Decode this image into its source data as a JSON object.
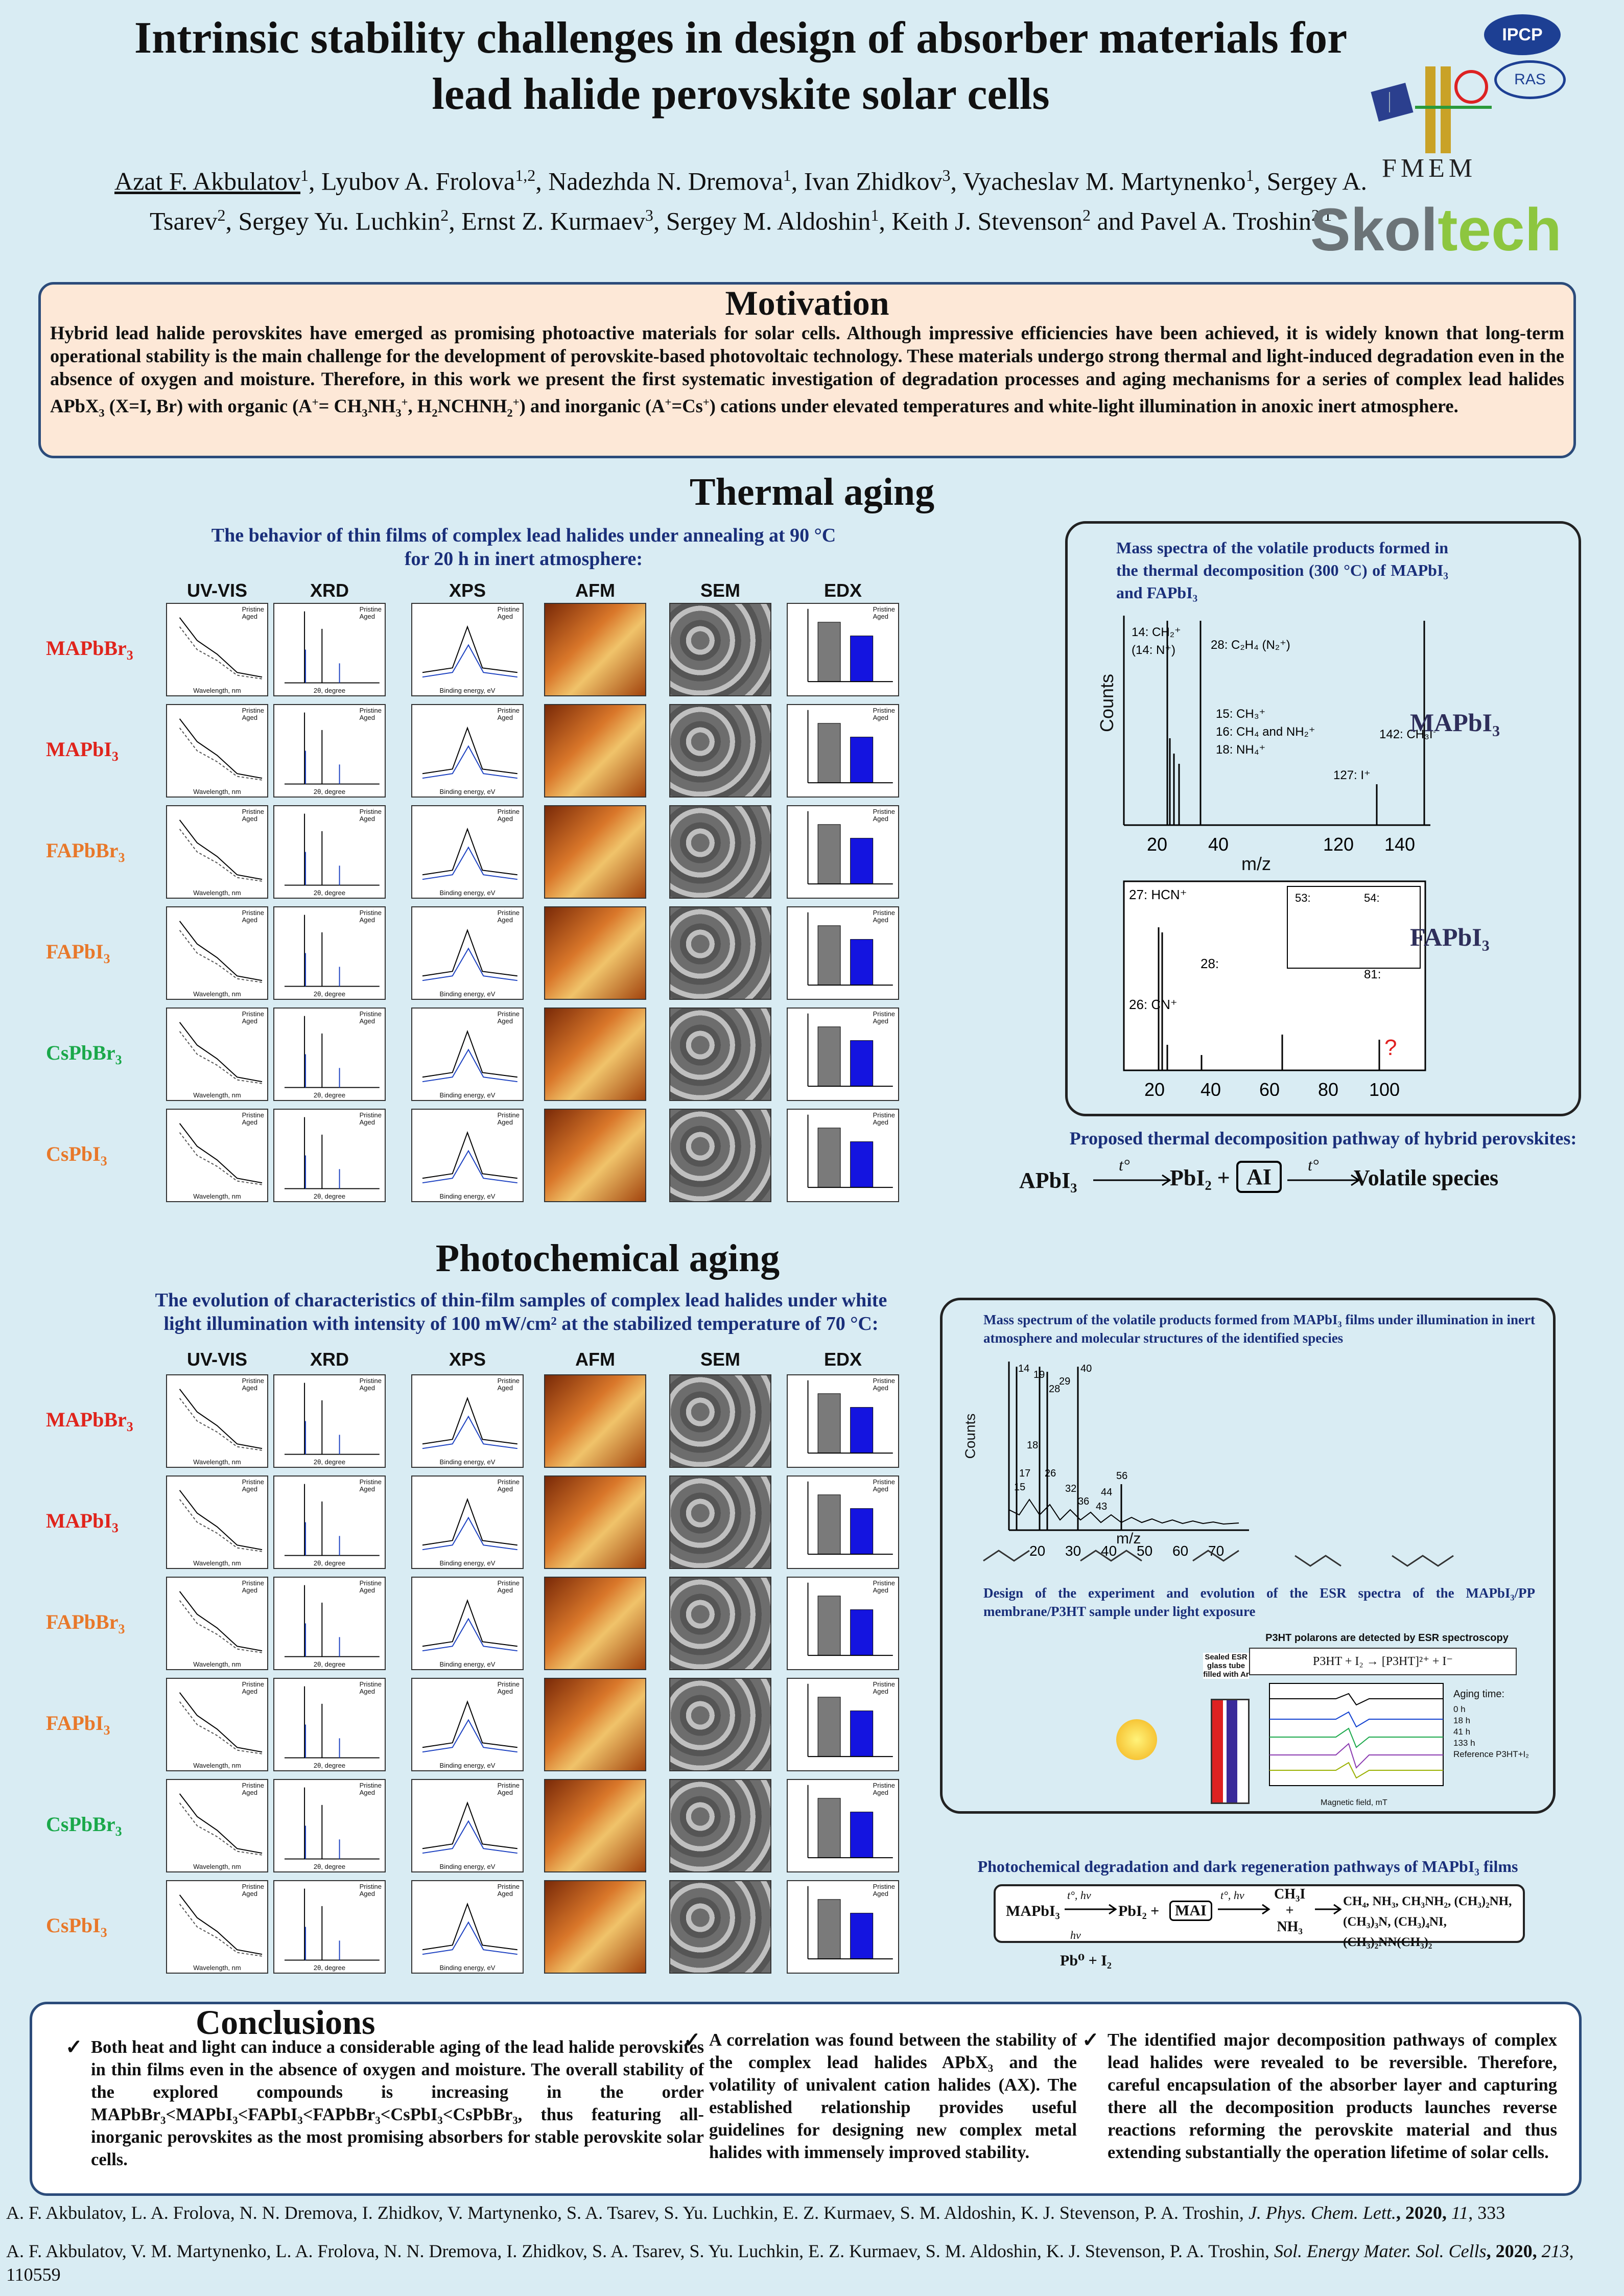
{
  "title_line1": "Intrinsic stability challenges in design of absorber materials for",
  "title_line2": "lead halide perovskite solar cells",
  "authors": {
    "a1": "Azat F. Akbulatov",
    "a1_sup": "1",
    "a2": ", Lyubov A. Frolova",
    "a2_sup": "1,2",
    "a3": ", Nadezhda N. Dremova",
    "a3_sup": "1",
    "a4": ", Ivan Zhidkov",
    "a4_sup": "3",
    "a5": ", Vyacheslav M. Martynenko",
    "a5_sup": "1",
    "a6": ", Sergey A. Tsarev",
    "a6_sup": "2",
    "a7": ", Sergey Yu. Luchkin",
    "a7_sup": "2",
    "a8": ", Ernst Z. Kurmaev",
    "a8_sup": "3",
    "a9": ", Sergey M. Aldoshin",
    "a9_sup": "1",
    "a10": ", Keith J. Stevenson",
    "a10_sup": "2",
    "a11": " and Pavel A. Troshin",
    "a11_sup": "2,1"
  },
  "logos": {
    "ipcp": "IPCP",
    "ras": "RAS",
    "fmem": "FMEM",
    "skol_a": "Skol",
    "skol_b": "tech"
  },
  "motivation": {
    "heading": "Motivation",
    "t1": "Hybrid lead halide perovskites have emerged as promising photoactive materials for solar cells. Although impressive efficiencies have been achieved, it is widely known that long-term operational stability is the main challenge for the development of perovskite-based photovoltaic technology. These materials undergo strong thermal and light-induced degradation even in the absence of oxygen and moisture. Therefore, in this work we present the first systematic investigation of degradation processes and aging mechanisms for a series of complex lead halides APbX",
    "t2": "3",
    "t3": " (X=I, Br) with organic (A",
    "t4": "+",
    "t5": "= CH",
    "t6": "3",
    "t7": "NH",
    "t8": "3",
    "t9": "+",
    "t10": ", H",
    "t11": "2",
    "t12": "NCHNH",
    "t13": "2",
    "t14": "+",
    "t15": ") and inorganic (A",
    "t16": "+",
    "t17": "=Cs",
    "t18": "+",
    "t19": ") cations under elevated temperatures and white-light illumination in anoxic inert atmosphere."
  },
  "thermal": {
    "heading": "Thermal aging",
    "subtitle1": "The behavior of thin films of complex lead halides under annealing at 90 °C",
    "subtitle2": "for 20 h in inert atmosphere:",
    "columns": [
      "UV-VIS",
      "XRD",
      "XPS",
      "AFM",
      "SEM",
      "EDX"
    ]
  },
  "photo": {
    "heading": "Photochemical aging",
    "subtitle1": "The evolution of characteristics of thin-film samples of complex lead halides under  white",
    "subtitle2": "light illumination with intensity of 100 mW/cm² at the stabilized temperature of 70 °C:",
    "columns": [
      "UV-VIS",
      "XRD",
      "XPS",
      "AFM",
      "SEM",
      "EDX"
    ]
  },
  "materials": {
    "m1a": "MAPbBr",
    "m1b": "3",
    "m2a": "MAPbI",
    "m2b": "3",
    "m3a": "FAPbBr",
    "m3b": "3",
    "m4a": "FAPbI",
    "m4b": "3",
    "m5a": "CsPbBr",
    "m5b": "3",
    "m6a": "CsPbI",
    "m6b": "3"
  },
  "panel_text": {
    "pristine": "Pristine",
    "aged": "Aged",
    "wavelength": "Wavelength, nm",
    "theta": "2θ, degree",
    "binding": "Binding energy, eV"
  },
  "ms_box": {
    "title": "Mass spectra of the volatile products formed in the thermal decomposition (300 °C) of MAPbI₃ and FAPbI₃",
    "ylabel": "Counts",
    "xlabel": "m/z",
    "mapbi3_label": "MAPbI₃",
    "fapbi3_label": "FAPbI₃",
    "ticks1": [
      "20",
      "40",
      "120",
      "140"
    ],
    "ticks2": [
      "20",
      "40",
      "60",
      "80",
      "100"
    ],
    "peaks1": [
      "14: CH₂⁺",
      "(14: N⁺)",
      "28: C₂H₄ (N₂⁺)",
      "15: CH₃⁺",
      "16: CH₄ and NH₂⁺",
      "18: NH₄⁺",
      "127: I⁺",
      "142: CH₃I⁺"
    ],
    "peaks2": [
      "27: HCN⁺",
      "26: CN⁺",
      "28:",
      "53:",
      "54:",
      "81:",
      "?"
    ]
  },
  "pathway": {
    "title": "Proposed thermal decomposition pathway of hybrid perovskites:",
    "left": "APbI₃",
    "t1": "t°",
    "mid": "PbI₂ +",
    "ai": "AI",
    "t2": "t°",
    "right": "Volatile species"
  },
  "photo_ms": {
    "title": "Mass spectrum of the volatile products formed from MAPbI₃ films under illumination in inert atmosphere and molecular structures of the identified species",
    "ylabel": "Counts",
    "xlabel": "m/z",
    "ticks": [
      "20",
      "30",
      "40",
      "50",
      "60",
      "70"
    ],
    "peaks": [
      "14",
      "19",
      "28",
      "29",
      "40",
      "18",
      "17",
      "15",
      "26",
      "32",
      "36",
      "44",
      "43",
      "56"
    ],
    "esr_title": "Design of the experiment and evolution of the ESR spectra of the MAPbI₃/PP membrane/P3HT sample under light exposure",
    "esr_note": "P3HT polarons are detected by ESR spectroscopy",
    "esr_eq": "P3HT + I₂ → [P3HT]²⁺ + I⁻",
    "esr_tube": "Sealed ESR glass tube filled with Ar",
    "aging_time": "Aging time:",
    "times": [
      "0 h",
      "18 h",
      "41 h",
      "133 h",
      "Reference P3HT+I₂"
    ],
    "esr_xlabel": "Magnetic field, mT"
  },
  "regen": {
    "title": "Photochemical degradation and dark regeneration pathways of MAPbI₃ films",
    "left": "MAPbI₃",
    "c1": "t°, hν",
    "pbi2": "PbI₂ +",
    "mai": "MAI",
    "c2": "t°, hν",
    "ch3i": "CH₃I",
    "plus": "+",
    "nh3": "NH₃",
    "products1": "CH₄, NH₃, CH₃NH₂, (CH₃)₂NH,",
    "products2": "(CH₃)₃N, (CH₃)₄NI, (CH₃)₂NN(CH₃)₂",
    "hv": "hν",
    "pb": "Pb⁰ + I₂"
  },
  "conclusions": {
    "heading": "Conclusions",
    "c1": "Both heat and light can induce a considerable aging of the lead halide perovskites in thin films even in the absence of oxygen and moisture. The overall stability of the explored compounds is increasing in the order MAPbBr₃<MAPbI₃<FAPbI₃<FAPbBr₃<CsPbI₃<CsPbBr₃, thus featuring all-inorganic perovskites as the most promising absorbers for stable perovskite solar cells.",
    "c2": "A correlation was found between the stability of the complex lead halides APbX₃ and the volatility of univalent cation halides (AX). The established relationship provides useful guidelines for designing new complex metal halides with immensely improved stability.",
    "c3": "The identified major decomposition pathways of complex lead halides were revealed to be reversible. Therefore, careful encapsulation of the absorber layer and capturing there all the decomposition products launches reverse reactions reforming the perovskite material and thus extending substantially the operation lifetime of solar cells."
  },
  "refs": {
    "r1a": "A. F. Akbulatov, L. A. Frolova, N. N. Dremova, I. Zhidkov, V. Martynenko, S. A. Tsarev, S. Yu. Luchkin, E. Z. Kurmaev, S. M. Aldoshin, K. J. Stevenson, P. A. Troshin, ",
    "r1j": "J. Phys. Chem. Lett.",
    "r1y": ", 2020, ",
    "r1v": "11",
    "r1p": ", 333",
    "r2a": "A. F. Akbulatov, V. M. Martynenko, L. A. Frolova, N. N. Dremova, I. Zhidkov, S. A. Tsarev, S. Yu. Luchkin, E. Z. Kurmaev, S. M. Aldoshin, K. J. Stevenson, P. A. Troshin, ",
    "r2j": "Sol. Energy Mater. Sol. Cells",
    "r2y": ", 2020, ",
    "r2v": "213",
    "r2p": ", 110559"
  }
}
